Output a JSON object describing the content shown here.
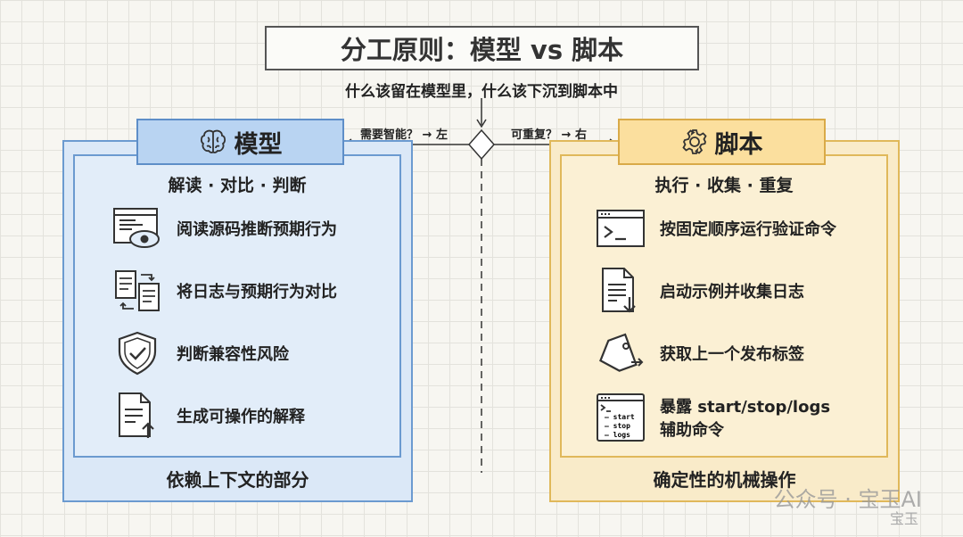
{
  "title": "分工原则：模型 vs 脚本",
  "subtitle": "什么该留在模型里，什么该下沉到脚本中",
  "decision": {
    "left_label": "需要智能？ → 左",
    "right_label": "可重复？ → 右"
  },
  "model": {
    "title": "模型",
    "icon": "brain-icon",
    "subtitle": "解读 · 对比 · 判断",
    "footer": "依赖上下文的部分",
    "items": [
      {
        "icon": "code-eye-icon",
        "label": "阅读源码推断预期行为"
      },
      {
        "icon": "compare-docs-icon",
        "label": "将日志与预期行为对比"
      },
      {
        "icon": "shield-check-icon",
        "label": "判断兼容性风险"
      },
      {
        "icon": "doc-upload-icon",
        "label": "生成可操作的解释"
      }
    ]
  },
  "script": {
    "title": "脚本",
    "icon": "gear-icon",
    "subtitle": "执行 · 收集 · 重复",
    "footer": "确定性的机械操作",
    "items": [
      {
        "icon": "terminal-icon",
        "label": "按固定顺序运行验证命令"
      },
      {
        "icon": "doc-download-icon",
        "label": "启动示例并收集日志"
      },
      {
        "icon": "tag-icon",
        "label": "获取上一个发布标签"
      },
      {
        "icon": "terminal-commands-icon",
        "label": "暴露 start/stop/logs",
        "label2": "辅助命令",
        "cmds": [
          "— start",
          "— stop",
          "— logs"
        ]
      }
    ]
  },
  "watermark": "公众号 · 宝玉AI",
  "watermark2": "宝玉",
  "colors": {
    "model_bg": "#dbe8f7",
    "model_border": "#6b9ad0",
    "script_bg": "#f9ebc9",
    "script_border": "#e0b85a"
  }
}
